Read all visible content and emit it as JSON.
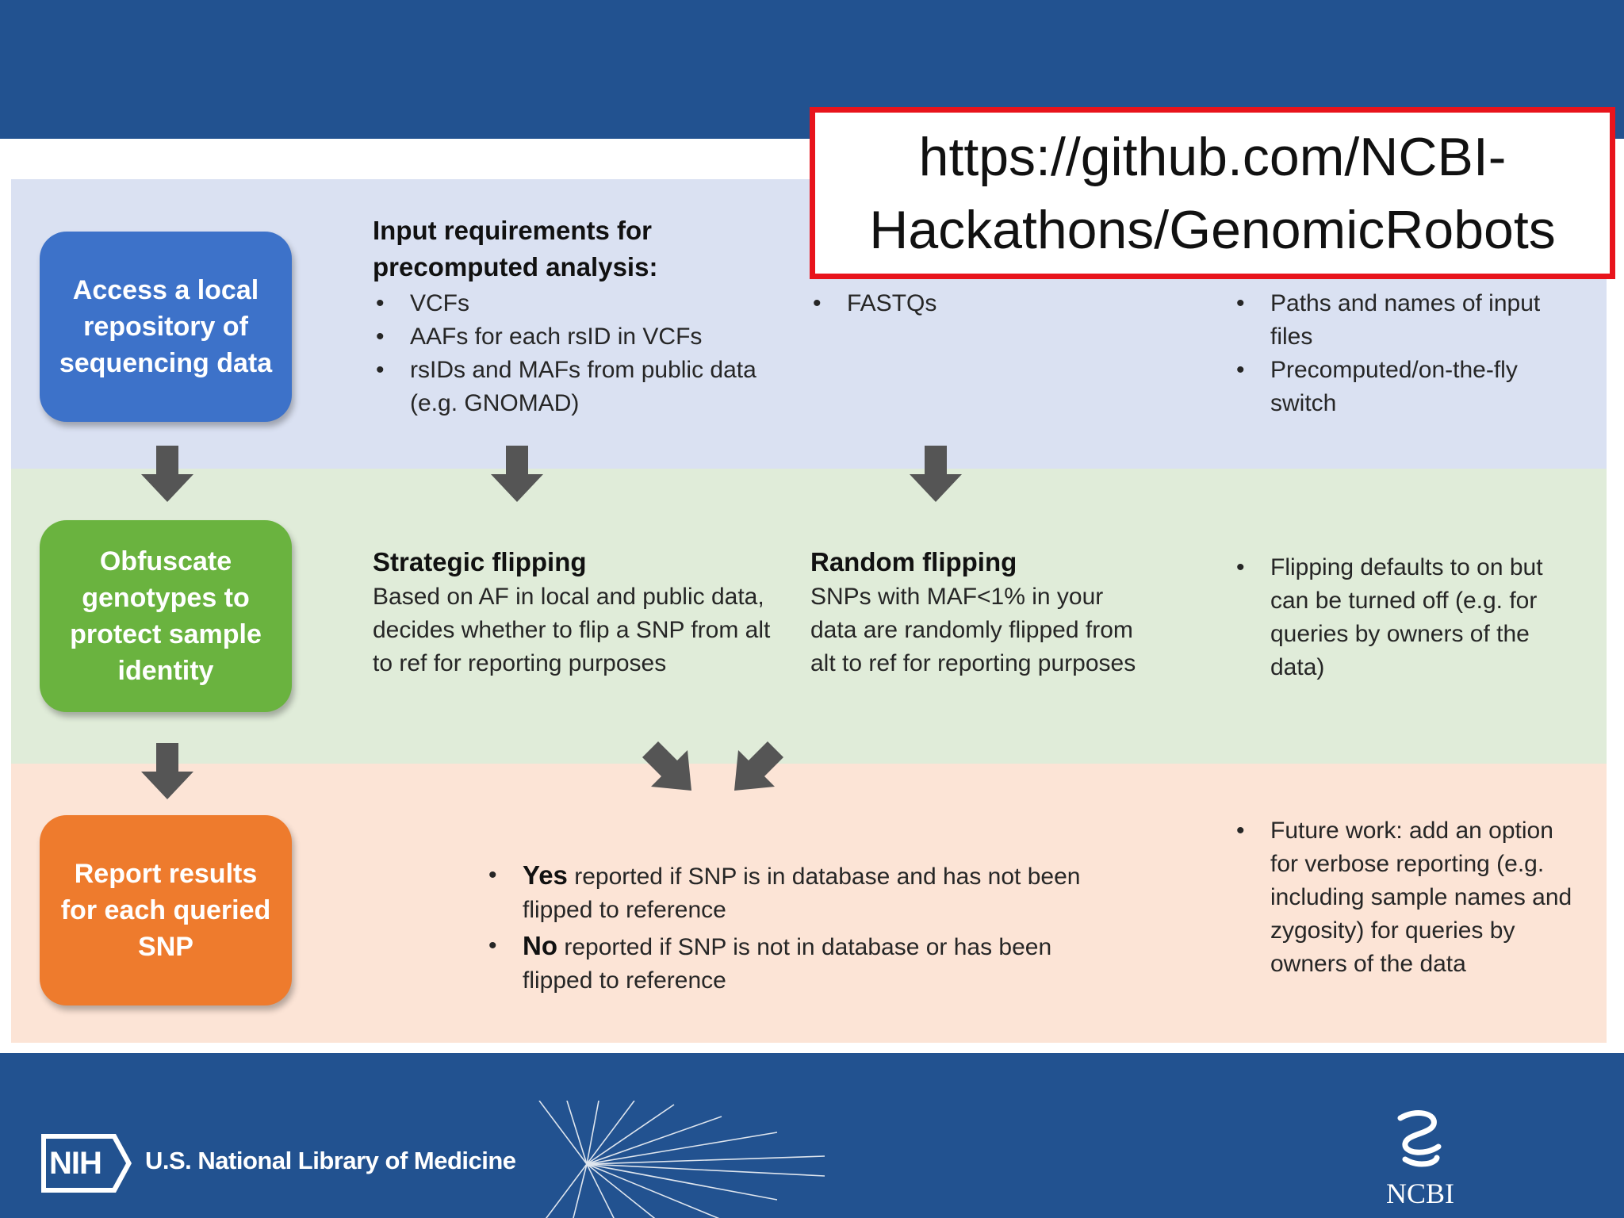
{
  "colors": {
    "header": "#225290",
    "band_blue": "#dae1f2",
    "band_green": "#e0ecd9",
    "band_orange": "#fce4d6",
    "step_blue": "#3d72c9",
    "step_green": "#6ab33f",
    "step_orange": "#ee7b2d",
    "arrow": "#555555",
    "url_border": "#e8141c"
  },
  "url_box": {
    "line1": "https://github.com/NCBI-",
    "line2": "Hackathons/GenomicRobots"
  },
  "steps": {
    "access": "Access a local repository of sequencing data",
    "obfuscate": "Obfuscate genotypes to protect sample identity",
    "report": "Report results for each queried SNP"
  },
  "row1": {
    "precomputed": {
      "heading": "Input requirements for precomputed analysis:",
      "items": [
        "VCFs",
        "AAFs for each rsID in VCFs",
        "rsIDs and MAFs from public data (e.g. GNOMAD)"
      ]
    },
    "onthefly": {
      "items": [
        "FASTQs"
      ]
    },
    "config": {
      "items": [
        "Paths and names of input files",
        "Precomputed/on-the-fly switch"
      ]
    }
  },
  "row2": {
    "strategic": {
      "heading": "Strategic flipping",
      "body": "Based on AF in local and public data, decides whether to flip a SNP from alt to ref for reporting purposes"
    },
    "random": {
      "heading": "Random flipping",
      "body": "SNPs with MAF<1% in your data are randomly flipped from alt to ref for reporting purposes"
    },
    "note": {
      "items": [
        "Flipping defaults to on but can be turned off (e.g. for queries by owners of the data)"
      ]
    }
  },
  "row3": {
    "results": [
      {
        "keyword": "Yes",
        "text": " reported if SNP is in database and has not been flipped to reference"
      },
      {
        "keyword": "No",
        "text": " reported if SNP is not in database or has been flipped to reference"
      }
    ],
    "future": {
      "items": [
        "Future work: add an option for verbose reporting (e.g. including sample names and zygosity) for queries by owners of the data"
      ]
    }
  },
  "footer": {
    "nih": "NIH",
    "nlm": "U.S. National Library of Medicine",
    "ncbi": "NCBI"
  },
  "icons": {
    "down_arrow": "down-arrow-icon",
    "diagonal_arrows": "converging-arrows-icon",
    "nih_logo": "nih-logo",
    "ncbi_logo": "ncbi-helix-logo"
  }
}
